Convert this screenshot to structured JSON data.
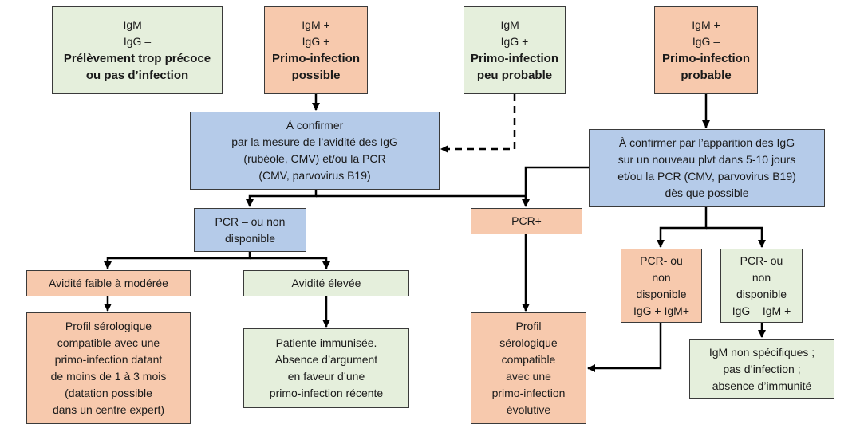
{
  "boxes": {
    "b1": {
      "l1": "IgM –",
      "l2": "IgG –",
      "l3": "Prélèvement trop précoce",
      "l4": "ou pas d’infection"
    },
    "b2": {
      "l1": "IgM +",
      "l2": "IgG +",
      "l3": "Primo-infection",
      "l4": "possible"
    },
    "b3": {
      "l1": "IgM –",
      "l2": "IgG +",
      "l3": "Primo-infection",
      "l4": "peu probable"
    },
    "b4": {
      "l1": "IgM +",
      "l2": "IgG –",
      "l3": "Primo-infection",
      "l4": "probable"
    },
    "confirm_avidity": {
      "l1": "À confirmer",
      "l2": "par la mesure de l’avidité des IgG",
      "l3": "(rubéole, CMV) et/ou la PCR",
      "l4": "(CMV, parvovirus B19)"
    },
    "confirm_igg": {
      "l1": "À confirmer par l’apparition des IgG",
      "l2": "sur un nouveau plvt dans 5-10 jours",
      "l3": "et/ou la PCR (CMV, parvovirus B19)",
      "l4": "dès que possible"
    },
    "pcr_neg": {
      "l1": "PCR – ou non",
      "l2": "disponible"
    },
    "pcr_pos": {
      "l1": "PCR+"
    },
    "avidity_low": {
      "l1": "Avidité faible à modérée"
    },
    "avidity_high": {
      "l1": "Avidité élevée"
    },
    "pcr_neg_igm_pos": {
      "l1": "PCR- ou",
      "l2": "non",
      "l3": "disponible",
      "l4": "IgG + IgM+"
    },
    "pcr_neg_igg_neg": {
      "l1": "PCR- ou",
      "l2": "non",
      "l3": "disponible",
      "l4": "IgG – IgM +"
    },
    "profile_compatible": {
      "l1": "Profil sérologique",
      "l2": "compatible avec une",
      "l3": "primo-infection datant",
      "l4": "de moins de 1 à 3 mois",
      "l5": "(datation possible",
      "l6": "dans un centre expert)"
    },
    "immunized": {
      "l1": "Patiente immunisée.",
      "l2": "Absence d’argument",
      "l3": "en faveur d’une",
      "l4": "primo-infection récente"
    },
    "profile_evolving": {
      "l1": "Profil",
      "l2": "sérologique",
      "l3": "compatible",
      "l4": "avec une",
      "l5": "primo-infection",
      "l6": "évolutive"
    },
    "igm_nonspecific": {
      "l1": "IgM non spécifiques ;",
      "l2": "pas d’infection ;",
      "l3": "absence d’immunité"
    }
  },
  "colors": {
    "green": "#e5efdc",
    "orange": "#f7c9ad",
    "blue": "#b5cbe9",
    "border": "#3a3a3a",
    "arrow": "#000000"
  }
}
